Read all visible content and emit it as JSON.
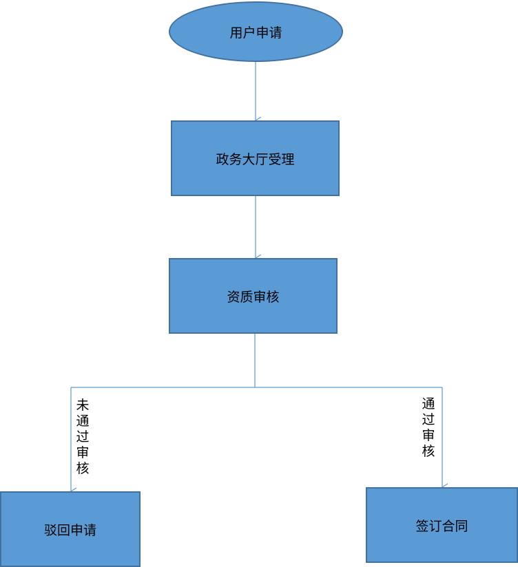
{
  "diagram": {
    "nodes": {
      "start": "用户申请",
      "accept": "政务大厅受理",
      "review": "资质审核",
      "reject": "驳回申请",
      "sign": "签订合同"
    },
    "edge_labels": {
      "not_passed": "未通过审核",
      "passed": "通过审核"
    }
  },
  "colors": {
    "node_fill": "#5B9BD5",
    "node_border": "#41719C",
    "edge": "#5B9BD5"
  }
}
